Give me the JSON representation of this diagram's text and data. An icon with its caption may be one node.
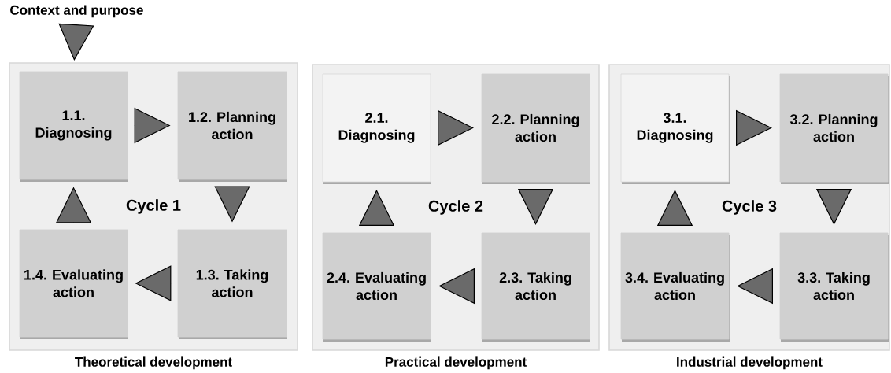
{
  "diagram": {
    "nodes": [
      {
        "text": [
          "Context and purpose"
        ]
      },
      {
        "text": [
          "Cycle 1"
        ],
        "beside": [
          "Theoretical development"
        ]
      },
      {
        "text": [
          "1.1. Diagnosing"
        ],
        "in": 1
      },
      {
        "text": [
          "1.2. Planning action"
        ],
        "in": 1
      },
      {
        "text": [
          "1.3. Taking action"
        ],
        "in": 1
      },
      {
        "text": [
          "1.4. Evaluating action"
        ],
        "in": 1
      },
      {
        "text": [
          "Cycle 2"
        ],
        "beside": [
          "Practical development"
        ]
      },
      {
        "text": [
          "2.1. Diagnosing"
        ],
        "in": 6
      },
      {
        "text": [
          "2.2. Planning action"
        ],
        "in": 6
      },
      {
        "text": [
          "2.3. Taking action"
        ],
        "in": 6
      },
      {
        "text": [
          "2.4. Evaluating action"
        ],
        "in": 6
      },
      {
        "text": [
          "Cycle 3"
        ],
        "beside": [
          "Industrial development"
        ]
      },
      {
        "text": [
          "3.1. Diagnosing"
        ],
        "in": 11
      },
      {
        "text": [
          "3.2. Planning action"
        ],
        "in": 11
      },
      {
        "text": [
          "3.3. Taking action"
        ],
        "in": 11
      },
      {
        "text": [
          "3.4. Evaluating action"
        ],
        "in": 11
      }
    ],
    "edges": [
      {
        "from": 0,
        "to": 2,
        "arrow": "to"
      },
      {
        "from": 2,
        "to": 3,
        "arrow": "to"
      },
      {
        "from": 3,
        "to": 4,
        "arrow": "to"
      },
      {
        "from": 4,
        "to": 5,
        "arrow": "to"
      },
      {
        "from": 5,
        "to": 2,
        "arrow": "to"
      },
      {
        "from": 7,
        "to": 8,
        "arrow": "to"
      },
      {
        "from": 8,
        "to": 9,
        "arrow": "to"
      },
      {
        "from": 9,
        "to": 10,
        "arrow": "to"
      },
      {
        "from": 10,
        "to": 7,
        "arrow": "to"
      },
      {
        "from": 12,
        "to": 13,
        "arrow": "to"
      },
      {
        "from": 13,
        "to": 14,
        "arrow": "to"
      },
      {
        "from": 14,
        "to": 15,
        "arrow": "to"
      },
      {
        "from": 15,
        "to": 12,
        "arrow": "to"
      }
    ]
  }
}
